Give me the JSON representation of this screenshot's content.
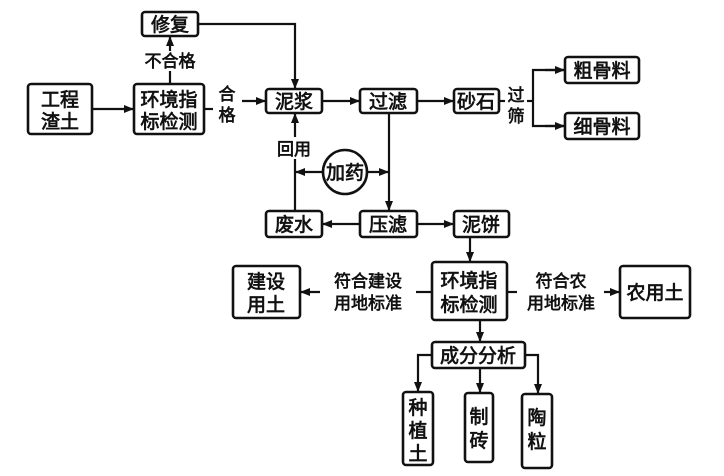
{
  "nodes": {
    "repair": "修复",
    "soil_line1": "工程",
    "soil_line2": "渣土",
    "env_check1_line1": "环境指",
    "env_check1_line2": "标检测",
    "slurry": "泥浆",
    "filter": "过滤",
    "gravel": "砂石",
    "coarse": "粗骨料",
    "fine": "细骨料",
    "dosing": "加药",
    "wastewater": "废水",
    "press": "压滤",
    "cake": "泥饼",
    "env_check2_line1": "环境指",
    "env_check2_line2": "标检测",
    "build_soil_line1": "建设",
    "build_soil_line2": "用土",
    "farm_soil": "农用土",
    "analysis": "成分分析",
    "plant_soil": [
      "种",
      "植",
      "土"
    ],
    "brick": [
      "制",
      "砖"
    ],
    "ceramsite": [
      "陶",
      "粒"
    ]
  },
  "labels": {
    "fail": "不合格",
    "pass": [
      "合",
      "格"
    ],
    "reuse": "回用",
    "sieve": [
      "过",
      "筛"
    ],
    "build_std_line1": "符合建设",
    "build_std_line2": "用地标准",
    "farm_std_line1": "符合农",
    "farm_std_line2": "用地标准"
  }
}
